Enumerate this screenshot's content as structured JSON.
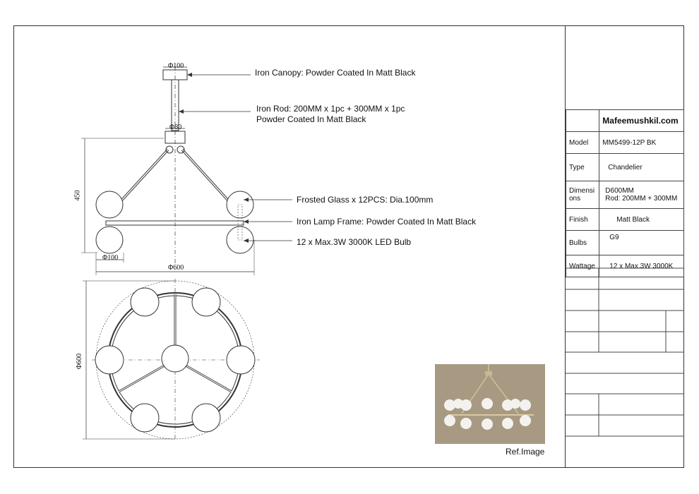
{
  "callouts": {
    "canopy": "Iron Canopy: Powder Coated In Matt Black",
    "rod_line1": "Iron Rod: 200MM x 1pc + 300MM x 1pc",
    "rod_line2": "Powder Coated In Matt Black",
    "glass": "Frosted Glass x 12PCS: Dia.100mm",
    "frame": "Iron Lamp Frame: Powder Coated In Matt Black",
    "bulb": "12 x Max.3W 3000K LED Bulb"
  },
  "dimensions": {
    "canopy_dia": "Φ100",
    "rod_dia": "Φ80",
    "height": "450",
    "globe_dia": "Φ100",
    "overall_dia": "Φ600",
    "plan_dia": "Φ600"
  },
  "title_block": {
    "brand": "Mafeemushkil.com",
    "rows": [
      {
        "label": "Model",
        "value": "MM5499-12P BK"
      },
      {
        "label": "Type",
        "value": "Chandelier"
      },
      {
        "label": "Dimensi ons",
        "value": "D600MM\nRod: 200MM + 300MM"
      },
      {
        "label": "Finish",
        "value": "Matt Black"
      },
      {
        "label": "Bulbs",
        "value": "G9"
      },
      {
        "label": "Wattage",
        "value": "12 x Max.3W 3000K"
      }
    ]
  },
  "ref_image_label": "Ref.Image",
  "colors": {
    "line": "#333333",
    "photo_bg": "#a89a82",
    "globe": "#f4f2ee"
  }
}
